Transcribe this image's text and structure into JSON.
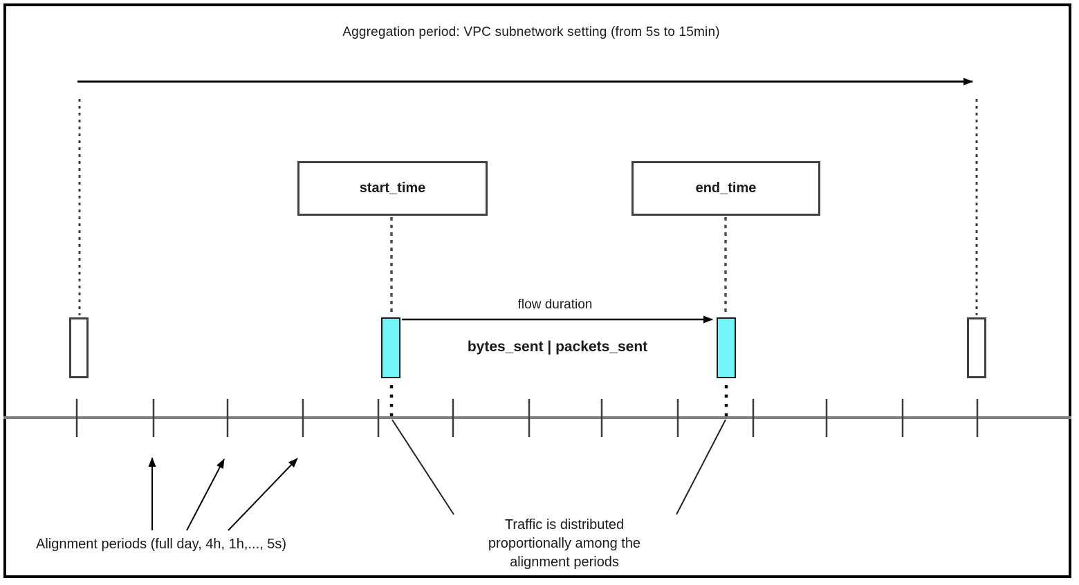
{
  "diagram": {
    "title": "Aggregation period: VPC subnetwork setting (from 5s to 15min)",
    "boxes": {
      "start_time": "start_time",
      "end_time": "end_time"
    },
    "labels": {
      "flow_duration": "flow duration",
      "metrics": "bytes_sent | packets_sent",
      "alignment_periods": "Alignment periods (full day, 4h, 1h,..., 5s)",
      "traffic_note": "Traffic is distributed\nproportionally among the\nalignment periods"
    },
    "colors": {
      "flow_marker": "#72f4f8",
      "timeline": "#7f7f7f",
      "line": "#000000",
      "tick": "#3d3d3d"
    },
    "timeline": {
      "tick_positions": [
        111,
        222,
        329,
        438,
        547,
        655,
        765,
        870,
        980,
        1089,
        1195,
        1305,
        1413
      ],
      "tick_top": 577,
      "tick_bottom": 632
    }
  }
}
